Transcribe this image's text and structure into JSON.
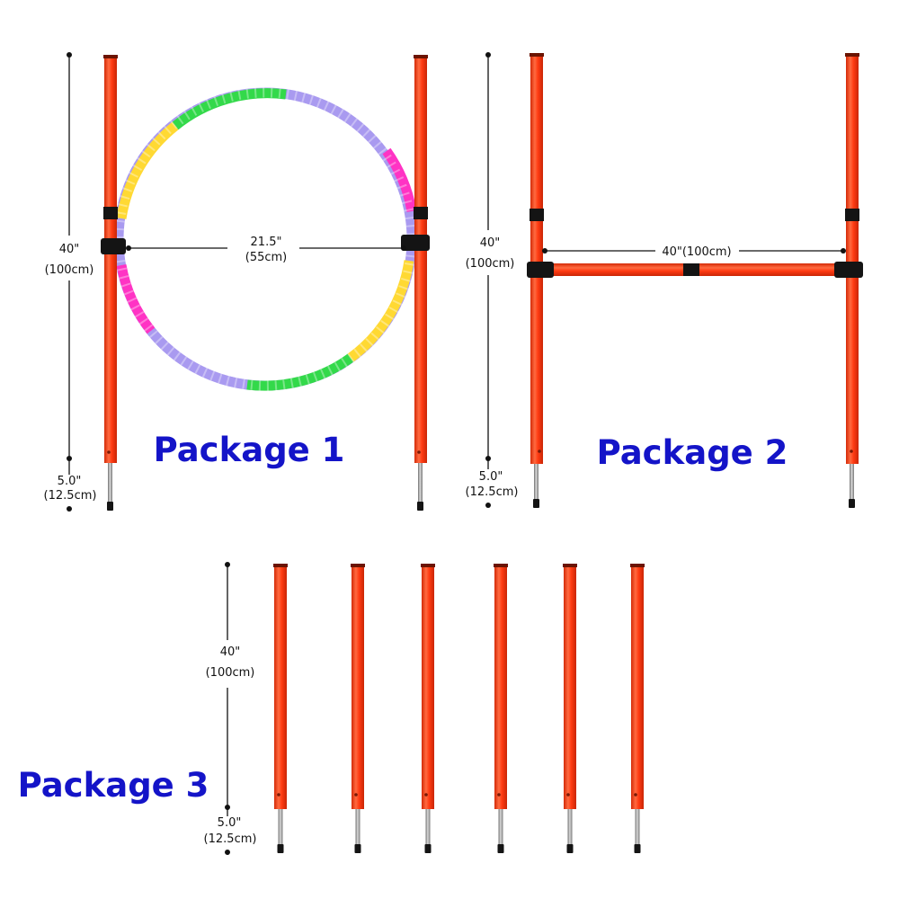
{
  "colors": {
    "pole": "#ff3b12",
    "pole_highlight": "#ff7a52",
    "pole_shadow": "#d42a08",
    "clip": "#141414",
    "spike": "#9a9a9a",
    "title": "#1414c8",
    "hoop_green": "#33d94a",
    "hoop_purple": "#a99af0",
    "hoop_pink": "#ff33c4",
    "hoop_yellow": "#ffd933"
  },
  "package1": {
    "title": "Package 1",
    "height_label_in": "40\"",
    "height_label_cm": "(100cm)",
    "spike_label_in": "5.0\"",
    "spike_label_cm": "(12.5cm)",
    "hoop_label_in": "21.5\"",
    "hoop_label_cm": "(55cm)"
  },
  "package2": {
    "title": "Package 2",
    "height_label_in": "40\"",
    "height_label_cm": "(100cm)",
    "spike_label_in": "5.0\"",
    "spike_label_cm": "(12.5cm)",
    "bar_label": "40\"(100cm)"
  },
  "package3": {
    "title": "Package 3",
    "height_label_in": "40\"",
    "height_label_cm": "(100cm)",
    "spike_label_in": "5.0\"",
    "spike_label_cm": "(12.5cm)",
    "pole_count": 6
  }
}
